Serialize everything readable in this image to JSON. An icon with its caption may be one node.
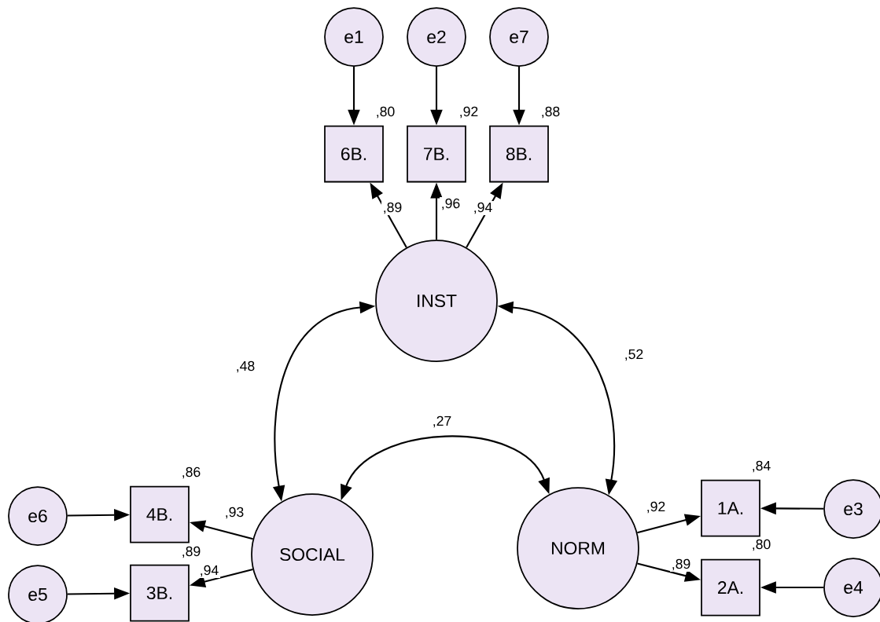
{
  "diagram": {
    "nodes": [
      {
        "text": [
          "e1"
        ]
      },
      {
        "text": [
          "e2"
        ]
      },
      {
        "text": [
          "e7"
        ]
      },
      {
        "text": [
          "6B."
        ],
        "beside": [
          ",80"
        ]
      },
      {
        "text": [
          "7B."
        ],
        "beside": [
          ",92"
        ]
      },
      {
        "text": [
          "8B."
        ],
        "beside": [
          ",88"
        ]
      },
      {
        "text": [
          "INST"
        ]
      },
      {
        "text": [
          "e6"
        ]
      },
      {
        "text": [
          "4B."
        ],
        "beside": [
          ",86"
        ]
      },
      {
        "text": [
          "1A."
        ],
        "beside": [
          ",84"
        ]
      },
      {
        "text": [
          "e3"
        ]
      },
      {
        "text": [
          "SOCIAL"
        ]
      },
      {
        "text": [
          "NORM"
        ]
      },
      {
        "text": [
          "e5"
        ]
      },
      {
        "text": [
          "3B."
        ],
        "beside": [
          ",89"
        ]
      },
      {
        "text": [
          "2A."
        ],
        "beside": [
          ",80"
        ]
      },
      {
        "text": [
          "e4"
        ]
      }
    ],
    "edges": [
      {
        "from": 0,
        "to": 3,
        "arrow": "to"
      },
      {
        "from": 1,
        "to": 4,
        "arrow": "to"
      },
      {
        "from": 2,
        "to": 5,
        "arrow": "to"
      },
      {
        "from": 6,
        "to": 3,
        "arrow": "to",
        "label": ",89"
      },
      {
        "from": 6,
        "to": 4,
        "arrow": "to",
        "label": ",96"
      },
      {
        "from": 6,
        "to": 5,
        "arrow": "to",
        "label": ",94"
      },
      {
        "from": 6,
        "to": 11,
        "arrow": "both",
        "label": ",48"
      },
      {
        "from": 6,
        "to": 12,
        "arrow": "both",
        "label": ",52"
      },
      {
        "from": 11,
        "to": 12,
        "arrow": "both",
        "label": ",27"
      },
      {
        "from": 7,
        "to": 8,
        "arrow": "to"
      },
      {
        "from": 11,
        "to": 8,
        "arrow": "to",
        "label": ",93"
      },
      {
        "from": 13,
        "to": 14,
        "arrow": "to"
      },
      {
        "from": 11,
        "to": 14,
        "arrow": "to",
        "label": ",94"
      },
      {
        "from": 12,
        "to": 9,
        "arrow": "to",
        "label": ",92"
      },
      {
        "from": 10,
        "to": 9,
        "arrow": "to"
      },
      {
        "from": 12,
        "to": 15,
        "arrow": "to",
        "label": ",89"
      },
      {
        "from": 16,
        "to": 15,
        "arrow": "to"
      }
    ]
  }
}
